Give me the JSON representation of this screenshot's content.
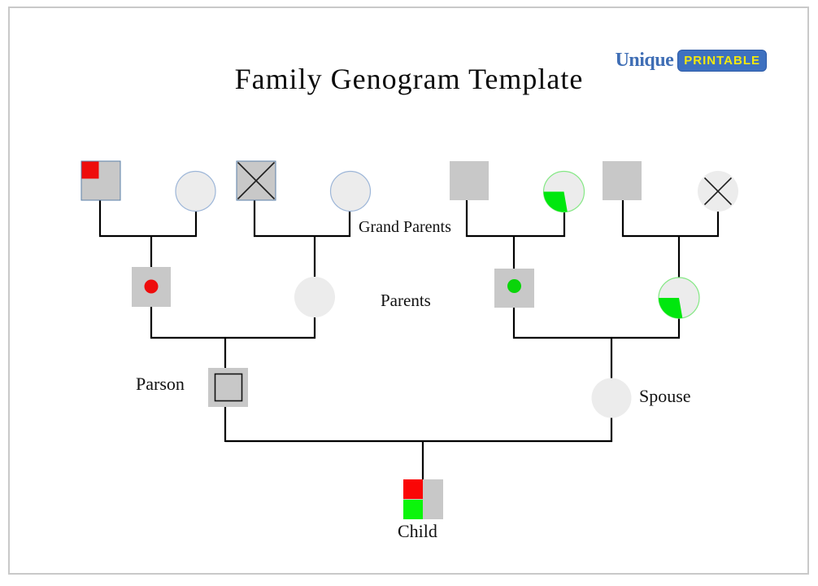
{
  "title": "Family Genogram Template",
  "logo": {
    "brand": "Unique",
    "badge": "PRINTABLE"
  },
  "labels": {
    "grandparents": "Grand Parents",
    "parents": "Parents",
    "person": "Parson",
    "spouse": "Spouse",
    "child": "Child"
  },
  "colors": {
    "line": "#000000",
    "square_fill": "#c8c8c8",
    "circle_fill": "#ececec",
    "square_border_blue": "#5b80aa",
    "circle_border_blue": "#9db6d8",
    "circle_border_green": "#85e885",
    "deceased_x": "#1f1f1f",
    "inner_square_border": "#151515",
    "marker_red": "#ee0c0c",
    "marker_green": "#0ad50a",
    "wedge_green": "#00e70e",
    "child_red": "#fa0606",
    "child_green": "#0bf50b",
    "logo_text_blue": "#3f6eb5",
    "logo_badge_bg": "#3e71c0",
    "logo_badge_text": "#f4e90d",
    "frame_border": "#c9c9c9"
  },
  "genogram": {
    "persons": [
      {
        "id": "grandfather-1",
        "generation": "grandparents",
        "shape": "square",
        "marker": "red-filled-corner"
      },
      {
        "id": "grandmother-1",
        "generation": "grandparents",
        "shape": "circle",
        "marker": "none"
      },
      {
        "id": "grandfather-2",
        "generation": "grandparents",
        "shape": "square",
        "marker": "deceased-x"
      },
      {
        "id": "grandmother-2",
        "generation": "grandparents",
        "shape": "circle",
        "marker": "none"
      },
      {
        "id": "grandfather-3",
        "generation": "grandparents",
        "shape": "square",
        "marker": "none"
      },
      {
        "id": "grandmother-3",
        "generation": "grandparents",
        "shape": "circle",
        "marker": "green-quarter-wedge"
      },
      {
        "id": "grandfather-4",
        "generation": "grandparents",
        "shape": "square",
        "marker": "none"
      },
      {
        "id": "grandmother-4",
        "generation": "grandparents",
        "shape": "circle",
        "marker": "deceased-x"
      },
      {
        "id": "father-left",
        "generation": "parents",
        "shape": "square",
        "marker": "red-dot"
      },
      {
        "id": "mother-left",
        "generation": "parents",
        "shape": "circle",
        "marker": "none"
      },
      {
        "id": "father-right",
        "generation": "parents",
        "shape": "square",
        "marker": "green-dot"
      },
      {
        "id": "mother-right",
        "generation": "parents",
        "shape": "circle",
        "marker": "green-quarter-wedge"
      },
      {
        "id": "parson",
        "generation": "index",
        "shape": "double-square",
        "marker": "none"
      },
      {
        "id": "spouse",
        "generation": "index",
        "shape": "circle",
        "marker": "none"
      },
      {
        "id": "child",
        "generation": "children",
        "shape": "square",
        "marker": "red-and-green-left-half"
      }
    ],
    "unions": [
      "grandfather-1 + grandmother-1 -> father-left",
      "grandfather-2 + grandmother-2 -> mother-left",
      "grandfather-3 + grandmother-3 -> father-right",
      "grandfather-4 + grandmother-4 -> mother-right",
      "father-left + mother-left -> parson",
      "father-right + mother-right -> spouse",
      "parson + spouse -> child"
    ]
  }
}
